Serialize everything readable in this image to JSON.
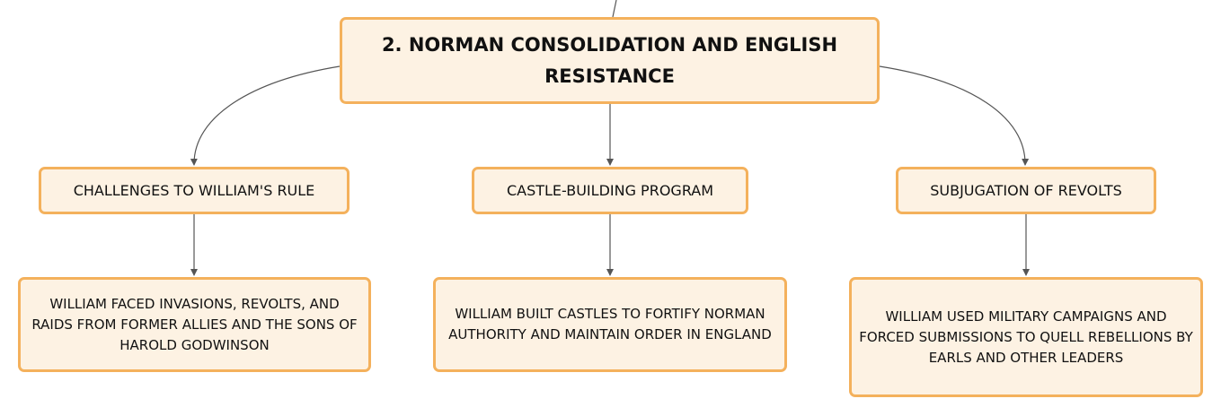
{
  "diagram": {
    "root": {
      "label": "2. NORMAN CONSOLIDATION AND ENGLISH RESISTANCE"
    },
    "branches": [
      {
        "label": "CHALLENGES TO WILLIAM'S RULE",
        "detail": "WILLIAM FACED INVASIONS, REVOLTS, AND RAIDS FROM FORMER ALLIES AND THE SONS OF HAROLD GODWINSON"
      },
      {
        "label": "CASTLE-BUILDING PROGRAM",
        "detail": "WILLIAM BUILT CASTLES TO FORTIFY NORMAN AUTHORITY AND MAINTAIN ORDER IN ENGLAND"
      },
      {
        "label": "SUBJUGATION OF REVOLTS",
        "detail": "WILLIAM USED MILITARY CAMPAIGNS AND FORCED SUBMISSIONS TO QUELL REBELLIONS BY EARLS AND OTHER LEADERS"
      }
    ],
    "colors": {
      "node_fill": "#fdf2e3",
      "node_border": "#f4b15c",
      "connector": "#555555",
      "text": "#111111"
    }
  }
}
